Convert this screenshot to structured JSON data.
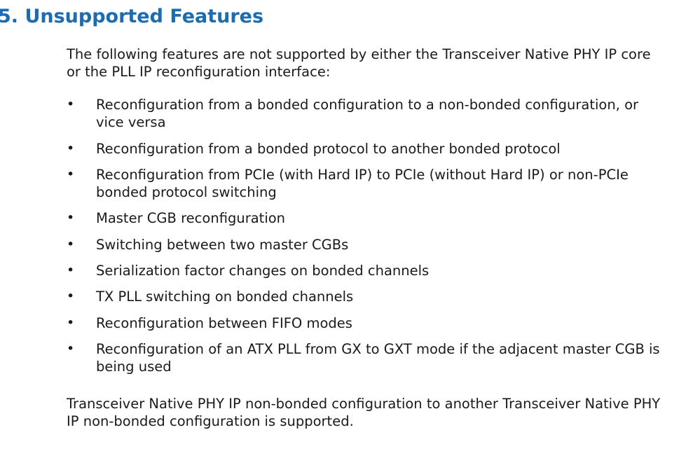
{
  "section_title": "5. Unsupported Features",
  "intro": [
    "The following features are not supported by either the Transceiver Native PHY IP core",
    "or the PLL IP reconfiguration interface:"
  ],
  "bullets": [
    [
      "Reconfiguration from a bonded configuration to a non-bonded configuration, or",
      "vice versa"
    ],
    [
      "Reconfiguration from a bonded protocol to another bonded protocol"
    ],
    [
      "Reconfiguration from PCIe (with Hard IP) to PCIe (without Hard IP) or non-PCIe",
      "bonded protocol switching"
    ],
    [
      "Master CGB reconfiguration"
    ],
    [
      "Switching between two master CGBs"
    ],
    [
      "Serialization factor changes on bonded channels"
    ],
    [
      "TX PLL switching on bonded channels"
    ],
    [
      "Reconfiguration between FIFO modes"
    ],
    [
      "Reconfiguration of an ATX PLL from GX to GXT mode if the adjacent master CGB is",
      "being used"
    ]
  ],
  "bullet_symbol": "•",
  "closing": [
    "Transceiver Native PHY IP non-bonded configuration to another Transceiver Native PHY",
    "IP non-bonded configuration is supported."
  ]
}
